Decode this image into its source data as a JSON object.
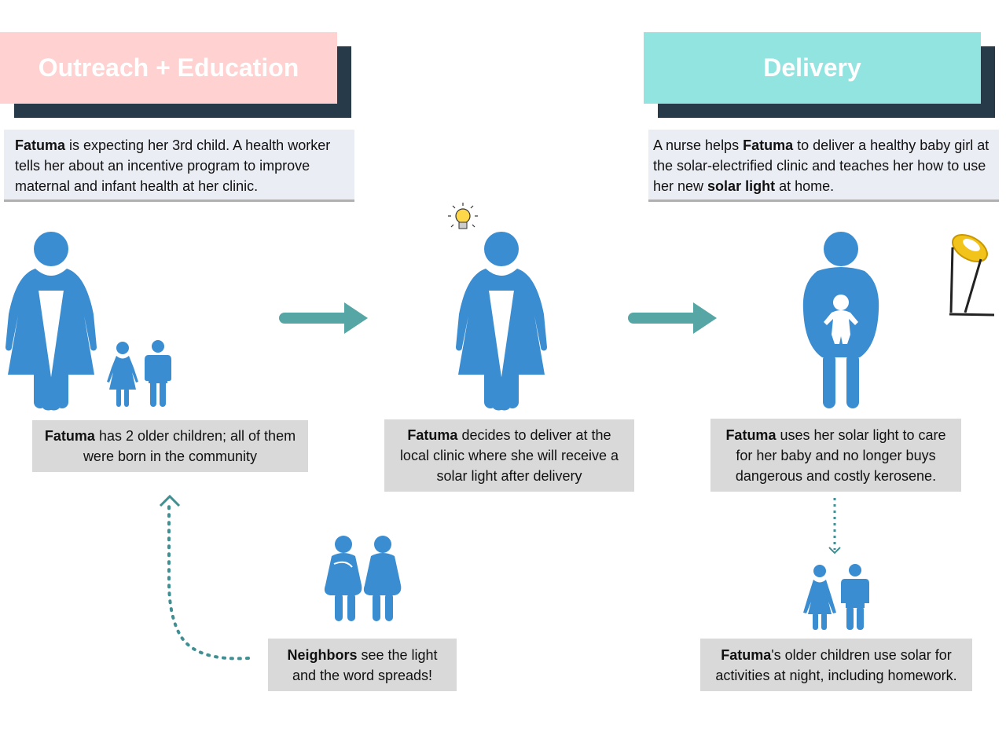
{
  "outreach": {
    "title": "Outreach + Education",
    "color": "#ffd1d1",
    "description": {
      "name": "Fatuma",
      "text": " is expecting her 3rd child. A health worker tells her about an incentive program to improve maternal and infant health at her clinic."
    }
  },
  "delivery": {
    "title": "Delivery",
    "color": "#92e4e1",
    "description": {
      "pre": "A nurse helps ",
      "name": "Fatuma",
      "mid": " to deliver a healthy baby girl at the solar-electrified clinic and teaches her how to use her new ",
      "highlight": "solar light",
      "post": " at home."
    }
  },
  "steps": [
    {
      "name": "Fatuma",
      "text": " has 2 older children; all of them were born in the community"
    },
    {
      "name": "Fatuma",
      "text": " decides to deliver at the local clinic where she will receive a solar light after delivery"
    },
    {
      "name": "Fatuma",
      "text": " uses her solar light to care for her baby and no longer buys dangerous and costly kerosene."
    }
  ],
  "neighbors": {
    "name": "Neighbors",
    "text": " see the light and the word spreads!"
  },
  "children": {
    "name": "Fatuma",
    "text": "'s older children use solar for activities at night, including homework."
  },
  "colors": {
    "figure": "#3a8dd1",
    "arrow": "#57a6a6",
    "dotted": "#3f8f93",
    "header_shadow": "#263a4a"
  },
  "icons": [
    "woman-figure-icon",
    "child-figure-icon",
    "lightbulb-icon",
    "baby-icon",
    "solar-lamp-icon",
    "arrow-right-icon"
  ]
}
